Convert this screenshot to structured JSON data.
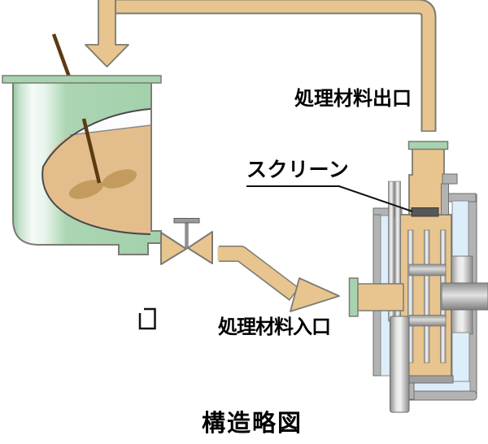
{
  "diagram": {
    "title": "構造略図",
    "labels": {
      "outlet": "処理材料出口",
      "screen": "スクリーン",
      "inlet": "処理材料入口"
    }
  },
  "colors": {
    "background": "#FFFFFF",
    "tan": "#E8C48E",
    "tan_dark": "#C49B5E",
    "material": "#E3BE8C",
    "outline": "#7B7B73",
    "green": "#A7D3AF",
    "blue": "#DCEEF9",
    "metal": "#B3B3B3",
    "metal_dark": "#6E6E6E",
    "screen_block": "#575757",
    "text": "#000000"
  }
}
